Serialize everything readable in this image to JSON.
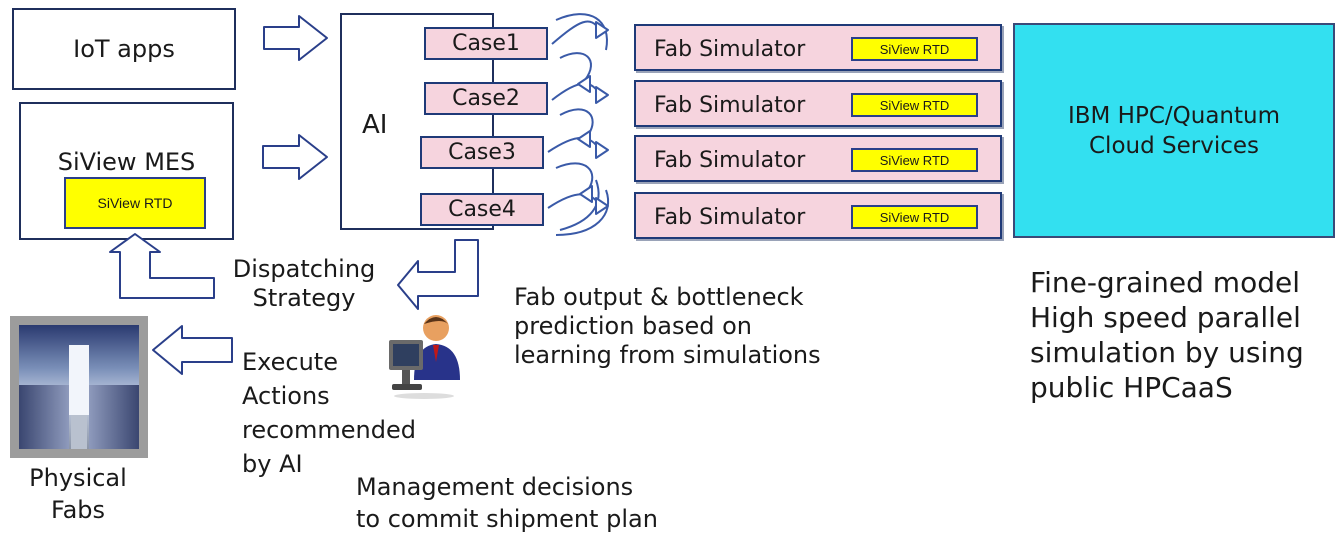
{
  "iot_box": {
    "label": "IoT apps"
  },
  "mes_box": {
    "label": "SiView MES",
    "rtd": "SiView RTD"
  },
  "ai_box": {
    "label": "AI"
  },
  "cases": [
    "Case1",
    "Case2",
    "Case3",
    "Case4"
  ],
  "simulators": [
    {
      "label": "Fab Simulator",
      "rtd": "SiView RTD"
    },
    {
      "label": "Fab Simulator",
      "rtd": "SiView RTD"
    },
    {
      "label": "Fab Simulator",
      "rtd": "SiView RTD"
    },
    {
      "label": "Fab Simulator",
      "rtd": "SiView RTD"
    }
  ],
  "cloud_box": {
    "line1": "IBM HPC/Quantum",
    "line2": "Cloud Services"
  },
  "dispatching": {
    "line1": "Dispatching",
    "line2": "Strategy"
  },
  "prediction": {
    "line1": "Fab output & bottleneck",
    "line2": "prediction based on",
    "line3": "learning from simulations"
  },
  "cloud_notes": {
    "line1": "Fine-grained model",
    "line2": "High speed parallel",
    "line3": "simulation by using",
    "line4": "public HPCaaS"
  },
  "execute": {
    "line1": "Execute",
    "line2": "Actions",
    "line3": "recommended",
    "line4": "by AI"
  },
  "physical": {
    "line1": "Physical",
    "line2": "Fabs"
  },
  "management": {
    "line1": "Management decisions",
    "line2": "to commit shipment plan"
  },
  "colors": {
    "case_fill": "#f6d4de",
    "rtd_fill": "#ffff00",
    "cloud_fill": "#33e0f0",
    "border": "#1f2f5c"
  }
}
